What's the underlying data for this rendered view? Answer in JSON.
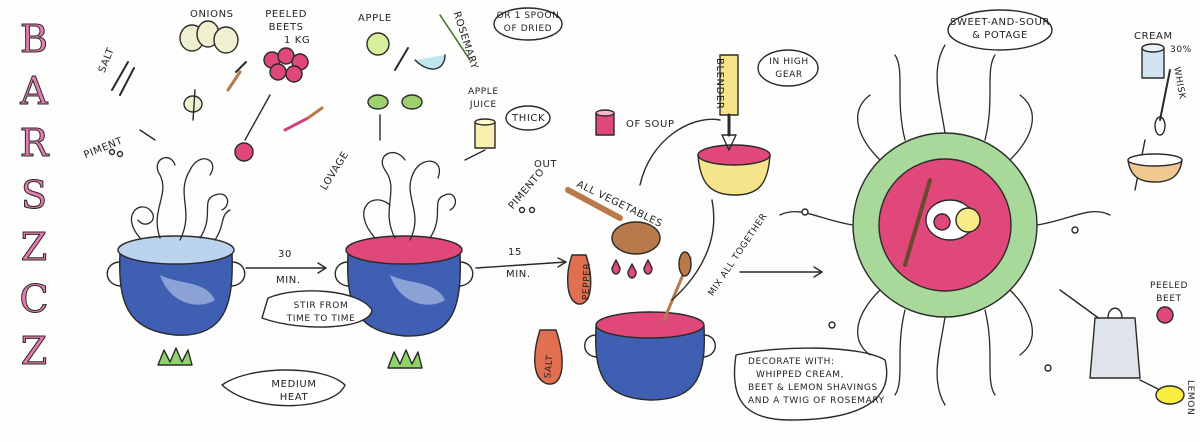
{
  "title": "BARSZCZ",
  "colors": {
    "pot": "#3f5fb3",
    "soup": "#e0487a",
    "title_pink": "#e77ab0",
    "bowl_green": "#a8d89a",
    "flame": "#8fd36a",
    "wood": "#b87a4a"
  },
  "labels": {
    "salt_top": "SALT",
    "onions": "ONIONS",
    "peeled_beets": [
      "PEELED",
      "BEETS",
      "1 KG"
    ],
    "piment": "PIMENT",
    "apple": "APPLE",
    "rosemary": "ROSEMARY",
    "dried_spoon": [
      "OR 1 SPOON",
      "OF DRIED"
    ],
    "apple_juice": [
      "APPLE",
      "JUICE"
    ],
    "thick": "THICK",
    "lovage": "LOVAGE",
    "time_30": "30",
    "min_30": "MIN.",
    "time_15": "15",
    "min_15": "MIN.",
    "stir": [
      "STIR FROM",
      "TIME TO TIME"
    ],
    "medium_heat": [
      "MEDIUM",
      "HEAT"
    ],
    "of_soup": "OF SOUP",
    "out": "OUT",
    "pimento": "PIMENTO",
    "all_vegetables": "ALL VEGETABLES",
    "blender": "BLENDER",
    "high_gear": [
      "IN HIGH",
      "GEAR"
    ],
    "mix_all": "MIX ALL TOGETHER",
    "pepper": "PEPPER",
    "salt_bottom": "SALT",
    "sweet_sour": [
      "SWEET-AND-SOUR",
      "& POTAGE"
    ],
    "cream": "CREAM",
    "cream_pct": "30%",
    "whisk": "WHISK",
    "peeled_beet": [
      "PEELED",
      "BEET"
    ],
    "lemon": "LEMON",
    "decorate": [
      "DECORATE WITH:",
      "WHIPPED CREAM,",
      "BEET & LEMON SHAVINGS",
      "AND A TWIG OF ROSEMARY"
    ]
  }
}
